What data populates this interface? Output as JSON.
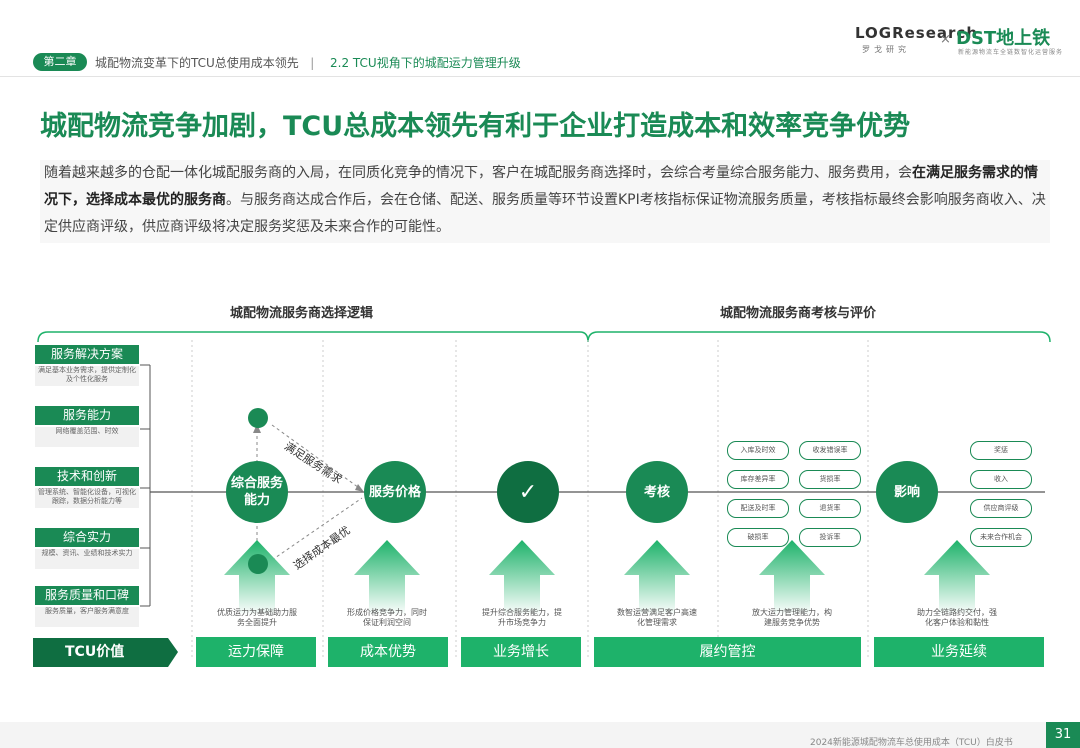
{
  "header": {
    "chapter_badge": "第二章",
    "chapter_title": "城配物流变革下的TCU总使用成本领先",
    "separator": "|",
    "section_title": "2.2 TCU视角下的城配运力管理升级",
    "logo_left": "LOGResearch",
    "logo_left_sub": "罗戈研究",
    "logo_times": "×",
    "logo_right": "DST地上铁",
    "logo_right_sub": "新能源物流车全链数智化运营服务"
  },
  "title": "城配物流竞争加剧，TCU总成本领先有利于企业打造成本和效率竞争优势",
  "paragraph": {
    "part1": "随着越来越多的仓配一体化城配服务商的入局，在同质化竞争的情况下，客户在城配服务商选择时，会综合考量综合服务能力、服务费用，会",
    "bold": "在满足服务需求的情况下，选择成本最优的服务商",
    "part2": "。与服务商达成合作后，会在仓储、配送、服务质量等环节设置KPI考核指标保证物流服务质量，考核指标最终会影响服务商收入、决定供应商评级，供应商评级将决定服务奖惩及未来合作的可能性。"
  },
  "diagram": {
    "left_heading": "城配物流服务商选择逻辑",
    "right_heading": "城配物流服务商考核与评价",
    "factors": [
      {
        "label": "服务解决方案",
        "desc": "满足基本业务需求，提供定制化及个性化服务"
      },
      {
        "label": "服务能力",
        "desc": "网络覆盖范围、时效"
      },
      {
        "label": "技术和创新",
        "desc": "管理系统、智能化设备，可视化跟踪，数据分析能力等"
      },
      {
        "label": "综合实力",
        "desc": "规模、资讯、业绩和技术实力"
      },
      {
        "label": "服务质量和口碑",
        "desc": "服务质量，客户服务满意度"
      }
    ],
    "nodes": {
      "service_capability": "综合服务能力",
      "service_price": "服务价格",
      "check": "✓",
      "assessment": "考核",
      "influence": "影响"
    },
    "diag_top": "满足服务需求",
    "diag_bottom": "选择成本最优",
    "kpi_pills": [
      "入库及时效",
      "收发错误率",
      "库存差异率",
      "货损率",
      "配送及时率",
      "退货率",
      "破损率",
      "投诉率"
    ],
    "influence_pills": [
      "奖惩",
      "收入",
      "供应商评级",
      "未来合作机会"
    ],
    "arrow_texts": [
      "优质运力为基础助力服务全面提升",
      "形成价格竞争力，同时保证利润空间",
      "提升综合服务能力，提升市场竞争力",
      "数智运营满足客户高速化管理需求",
      "放大运力管理能力，构建服务竞争优势",
      "助力全链路约交付，强化客户体验和黏性"
    ],
    "tcu_label": "TCU价值",
    "bottom_labels": [
      "运力保障",
      "成本优势",
      "业务增长",
      "履约管控",
      "业务延续"
    ]
  },
  "footer": {
    "text": "2024新能源城配物流车总使用成本（TCU）白皮书",
    "page": "31"
  },
  "colors": {
    "primary": "#1a8a55",
    "bright": "#1eb26a",
    "dark": "#0f6e41"
  }
}
